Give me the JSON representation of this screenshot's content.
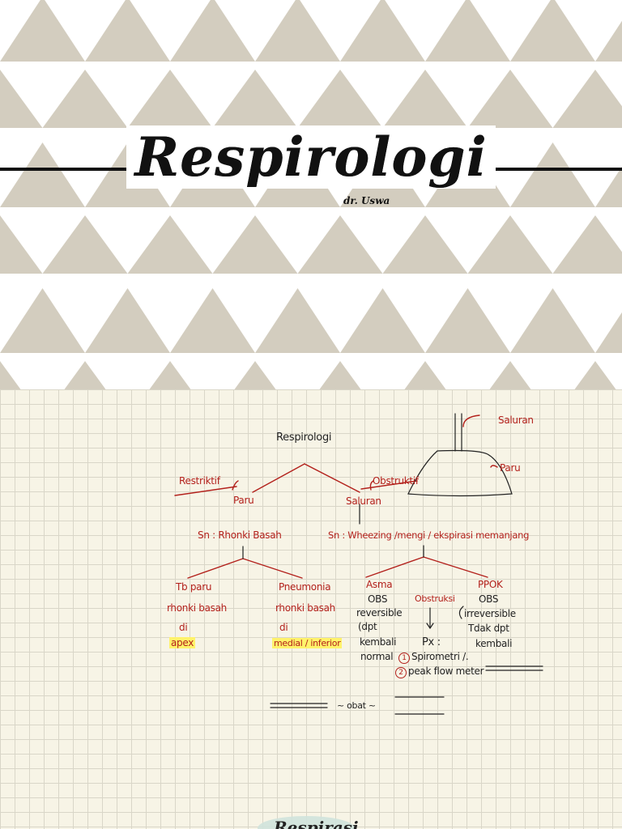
{
  "cover": {
    "title": "Respirologi",
    "author": "dr. Uswa",
    "pattern_color": "#d3cdbf",
    "background_color": "#ffffff"
  },
  "notes": {
    "root": "Respirologi",
    "restriktif": "Restriktif",
    "obstruktif": "Obstruktif",
    "paru": "Paru",
    "saluran": "Saluran",
    "sn_left": "Sn : Rhonki Basah",
    "sn_right": "Sn : Wheezing /mengi / ekspirasi memanjang",
    "lung_label_saluran": "Saluran",
    "lung_label_paru": "Paru",
    "tb": {
      "title": "Tb paru",
      "line1": "rhonki basah",
      "line2": "di",
      "line3": "apex"
    },
    "pneumonia": {
      "title": "Pneumonia",
      "line1": "rhonki basah",
      "line2": "di",
      "line3": "medial / inferior"
    },
    "asma": {
      "title": "Asma",
      "line1": "OBS",
      "line2": "reversible",
      "line3": "(dpt",
      "line4": "kembali",
      "line5": "normal"
    },
    "obstruksi": {
      "title": "Obstruksi",
      "arrow": "↓",
      "px": "Px :",
      "item1_num": "1",
      "item1": "Spirometri /.",
      "item2_num": "2",
      "item2": "peak flow meter"
    },
    "ppok": {
      "title": "PPOK",
      "line1": "OBS",
      "line2": "irreversible",
      "line3": "Tdak dpt",
      "line4": "kembali"
    },
    "obat": "~ obat ~",
    "next_title": "Respirasi"
  }
}
